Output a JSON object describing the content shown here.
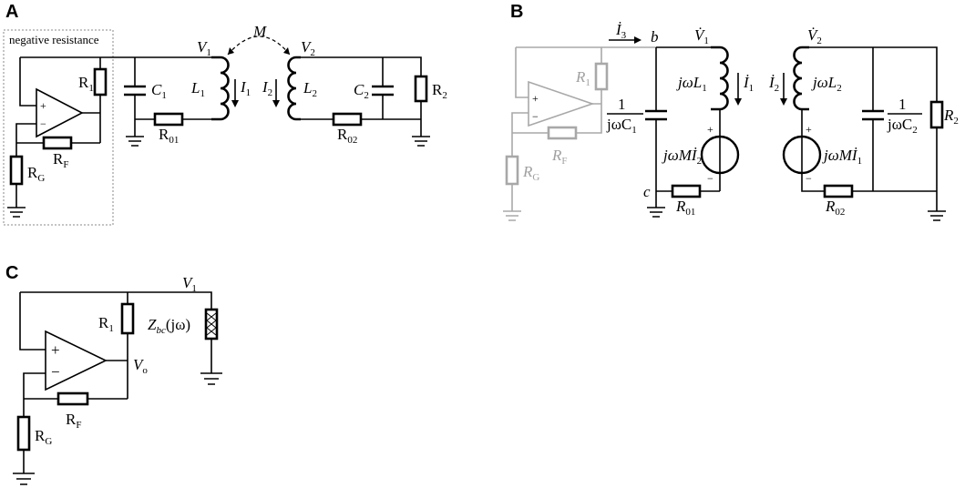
{
  "panels": {
    "A": {
      "letter": "A",
      "box_label": "negative resistance",
      "labels": {
        "V1": "V",
        "V1_sub": "1",
        "V2": "V",
        "V2_sub": "2",
        "M": "M",
        "R1": "R",
        "R1_sub": "1",
        "C1": "C",
        "C1_sub": "1",
        "L1": "L",
        "L1_sub": "1",
        "I1": "I",
        "I1_sub": "1",
        "I2": "I",
        "I2_sub": "2",
        "L2": "L",
        "L2_sub": "2",
        "C2": "C",
        "C2_sub": "2",
        "R2": "R",
        "R2_sub": "2",
        "R01": "R",
        "R01_sub": "01",
        "R02": "R",
        "R02_sub": "02",
        "RF": "R",
        "RF_sub": "F",
        "RG": "R",
        "RG_sub": "G",
        "plus": "+",
        "minus": "−"
      }
    },
    "B": {
      "letter": "B",
      "labels": {
        "I3": "İ",
        "I3_sub": "3",
        "b": "b",
        "c": "c",
        "V1": "V̇",
        "V1_sub": "1",
        "V2": "V̇",
        "V2_sub": "2",
        "R1": "R",
        "R1_sub": "1",
        "jwL1": "jωL",
        "jwL1_sub": "1",
        "I1": "İ",
        "I1_sub": "1",
        "I2": "İ",
        "I2_sub": "2",
        "jwL2": "jωL",
        "jwL2_sub": "2",
        "C1_num": "1",
        "C1_den": "jωC",
        "C1_den_sub": "1",
        "C2_num": "1",
        "C2_den": "jωC",
        "C2_den_sub": "2",
        "R2": "R",
        "R2_sub": "2",
        "src1": "jωMİ",
        "src1_sub": "2",
        "src2": "jωMİ",
        "src2_sub": "1",
        "R01": "R",
        "R01_sub": "01",
        "R02": "R",
        "R02_sub": "02",
        "RF": "R",
        "RF_sub": "F",
        "RG": "R",
        "RG_sub": "G",
        "plus": "+",
        "minus": "−"
      }
    },
    "C": {
      "letter": "C",
      "labels": {
        "V1": "V",
        "V1_sub": "1",
        "R1": "R",
        "R1_sub": "1",
        "Zbc": "Z",
        "Zbc_sub": "bc",
        "Zbc_arg": "(jω)",
        "Vo": "V",
        "Vo_sub": "o",
        "RF": "R",
        "RF_sub": "F",
        "RG": "R",
        "RG_sub": "G",
        "plus": "+",
        "minus": "−"
      }
    }
  },
  "colors": {
    "ink": "#000000",
    "faded": "#a8a8a8",
    "box_border": "#888888"
  }
}
